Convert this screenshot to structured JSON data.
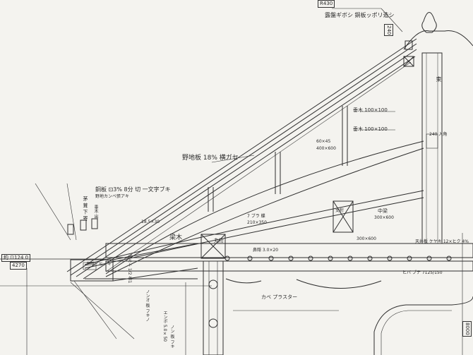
{
  "labels": {
    "finial_dim": "R430",
    "finial_note": "露盤ギボシ 銅板ッポリ造シ",
    "finial_side": "240",
    "roof_board": "野地板 18% 横ガセ",
    "copper_roof": "銅板 ⊡3% 8分 切 一文字ブキ",
    "copper_roof_sub": "野地カンベ張アキ",
    "rafter_top": "垂木 100×100",
    "rafter_mid": "垂木 100×100",
    "post_center": "束",
    "post_note": "240 入角",
    "cross_note": "60×45",
    "cross_note2": "400×600",
    "beam_label": "梁木",
    "beam_dims": "18.5×30",
    "purlin": "丸桁",
    "ridge_small": "丈桁",
    "beam_center": "中梁",
    "beam_center_dim": "300×600",
    "beam_lower": "300×600",
    "brace": "7 ブラ 蝶",
    "brace_dim": "210×350",
    "ceiling_note": "天井板 ケヤキ 12×ヒク 4%",
    "ceiling_note2": "ヒバ ブナ 7125/150",
    "plaster": "カベ プラスター",
    "edge_note": "鼻隠 3.0×20",
    "eave_left": "約 ⊡124 0",
    "eave_left2": "4270",
    "eave_strip": "鼻隠",
    "eave_strip2": "ヒノキ",
    "note_column": "ノンオ 板 フキノ",
    "note_column2": "エンボ 5.0×50",
    "note_column3": "ノン 板 フキ",
    "right_dim": "8000",
    "left_vert_1": "茅 葺 下 寄",
    "left_vert_2": "垂木 出",
    "bolt_note": "ボルト 1/2 各1"
  },
  "colors": {
    "ink": "#2e2e2e",
    "paper": "#f4f3ef"
  }
}
